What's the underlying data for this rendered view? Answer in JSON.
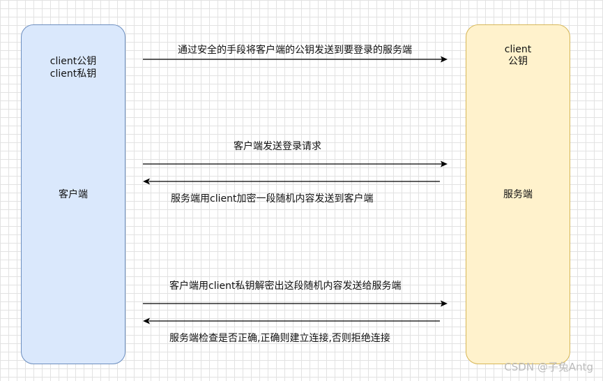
{
  "client": {
    "key_lines": [
      "client公钥",
      "client私钥"
    ],
    "name": "客户端"
  },
  "server": {
    "key_lines": [
      "client",
      "公钥"
    ],
    "name": "服务端"
  },
  "messages": [
    {
      "label": "通过安全的手段将客户端的公钥发送到要登录的服务端",
      "direction": "right"
    },
    {
      "label": "客户端发送登录请求",
      "direction": "right"
    },
    {
      "label": "服务端用client加密一段随机内容发送到客户端",
      "direction": "left"
    },
    {
      "label": "客户端用client私钥解密出这段随机内容发送给服务端",
      "direction": "right"
    },
    {
      "label": "服务端检查是否正确,正确则建立连接,否则拒绝连接",
      "direction": "left"
    }
  ],
  "watermark": "CSDN @子兔Antg",
  "colors": {
    "client_fill": "#dae8fc",
    "client_stroke": "#6c8ebf",
    "server_fill": "#fff2cc",
    "server_stroke": "#d6b656",
    "arrow": "#000000"
  }
}
